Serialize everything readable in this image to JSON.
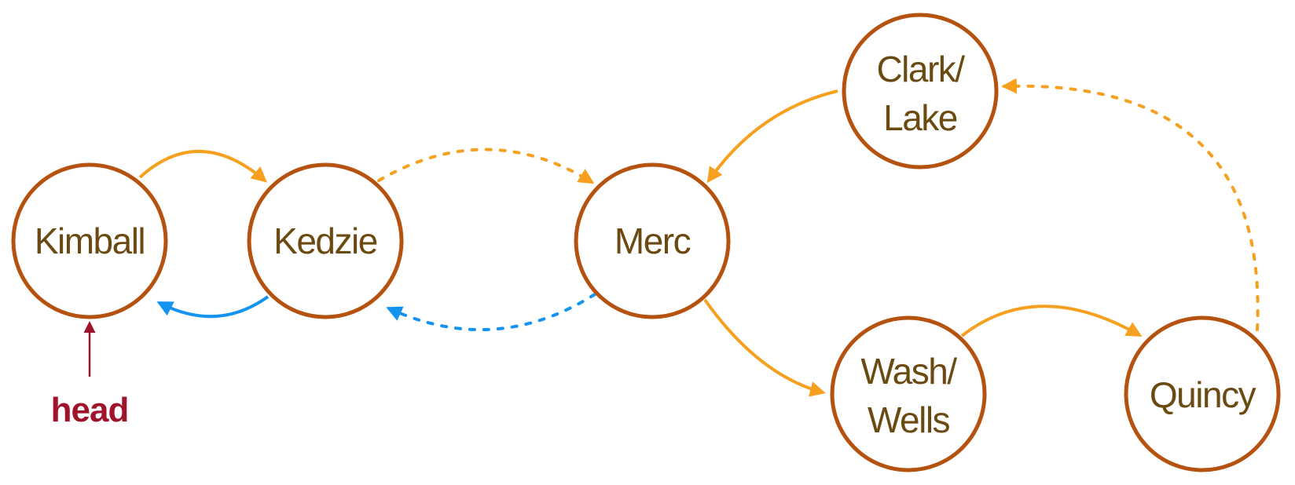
{
  "nodes": [
    {
      "id": "kimball",
      "lines": [
        "Kimball"
      ]
    },
    {
      "id": "kedzie",
      "lines": [
        "Kedzie"
      ]
    },
    {
      "id": "merc",
      "lines": [
        "Merc"
      ]
    },
    {
      "id": "clark",
      "lines": [
        "Clark/",
        "Lake"
      ]
    },
    {
      "id": "wash",
      "lines": [
        "Wash/",
        "Wells"
      ]
    },
    {
      "id": "quincy",
      "lines": [
        "Quincy"
      ]
    }
  ],
  "head_label": "head",
  "colors": {
    "node_stroke": "#b5520f",
    "node_text": "#6b4a12",
    "next_link": "#f7a01f",
    "prev_link": "#1593f0",
    "head": "#a0132a"
  },
  "edges": [
    {
      "from": "kimball",
      "to": "kedzie",
      "style": "solid",
      "color": "orange"
    },
    {
      "from": "kedzie",
      "to": "kimball",
      "style": "solid",
      "color": "blue"
    },
    {
      "from": "kedzie",
      "to": "merc",
      "style": "dotted",
      "color": "orange"
    },
    {
      "from": "merc",
      "to": "kedzie",
      "style": "dotted",
      "color": "blue"
    },
    {
      "from": "clark",
      "to": "merc",
      "style": "solid",
      "color": "orange"
    },
    {
      "from": "merc",
      "to": "wash",
      "style": "solid",
      "color": "orange"
    },
    {
      "from": "wash",
      "to": "quincy",
      "style": "solid",
      "color": "orange"
    },
    {
      "from": "quincy",
      "to": "clark",
      "style": "dotted",
      "color": "orange"
    }
  ]
}
